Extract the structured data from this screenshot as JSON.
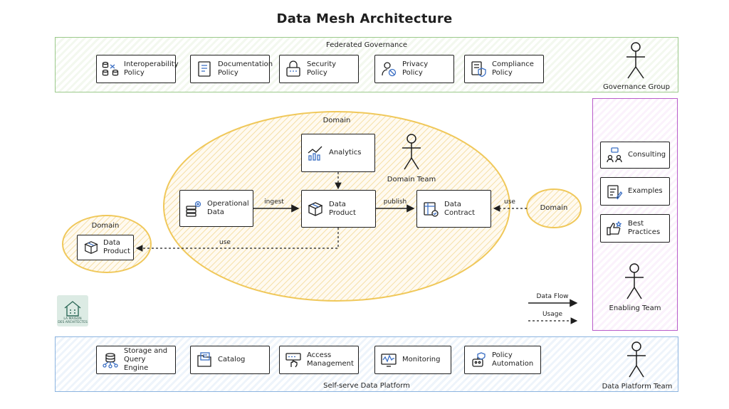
{
  "title": "Data Mesh Architecture",
  "governance": {
    "label": "Federated Governance",
    "actor": "Governance Group",
    "policies": [
      {
        "label": "Interoperability\nPolicy",
        "icon": "database-exchange-icon"
      },
      {
        "label": "Documentation\nPolicy",
        "icon": "document-icon"
      },
      {
        "label": "Security\nPolicy",
        "icon": "lock-icon"
      },
      {
        "label": "Privacy\nPolicy",
        "icon": "privacy-icon"
      },
      {
        "label": "Compliance\nPolicy",
        "icon": "compliance-shield-icon"
      }
    ]
  },
  "domain": {
    "label": "Domain",
    "team": "Domain Team",
    "analytics": "Analytics",
    "operational": "Operational\nData",
    "product": "Data Product",
    "contract": "Data\nContract",
    "edge_ingest": "ingest",
    "edge_publish": "publish",
    "edge_use_left": "use",
    "edge_use_right": "use"
  },
  "other_domain_left": {
    "label": "Domain",
    "product": "Data\nProduct"
  },
  "other_domain_right": {
    "label": "Domain"
  },
  "enabling": {
    "actor": "Enabling Team",
    "items": [
      {
        "label": "Consulting",
        "icon": "consulting-icon"
      },
      {
        "label": "Examples",
        "icon": "examples-icon"
      },
      {
        "label": "Best\nPractices",
        "icon": "thumbs-up-icon"
      }
    ]
  },
  "legend": {
    "flow": "Data Flow",
    "usage": "Usage"
  },
  "logo": {
    "line1": "LA MAISON",
    "line2": "DES ARCHITECTES"
  },
  "platform": {
    "label": "Self-serve Data Platform",
    "actor": "Data Platform Team",
    "items": [
      {
        "label": "Storage and\nQuery Engine",
        "icon": "storage-icon"
      },
      {
        "label": "Catalog",
        "icon": "catalog-icon"
      },
      {
        "label": "Access\nManagement",
        "icon": "access-icon"
      },
      {
        "label": "Monitoring",
        "icon": "monitoring-icon"
      },
      {
        "label": "Policy\nAutomation",
        "icon": "robot-icon"
      }
    ]
  },
  "colors": {
    "governance": "#9bc98a",
    "platform": "#8cb4e0",
    "enabling": "#b85bc9",
    "domain": "#f0c85a",
    "icon_blue": "#3b6fc4"
  }
}
